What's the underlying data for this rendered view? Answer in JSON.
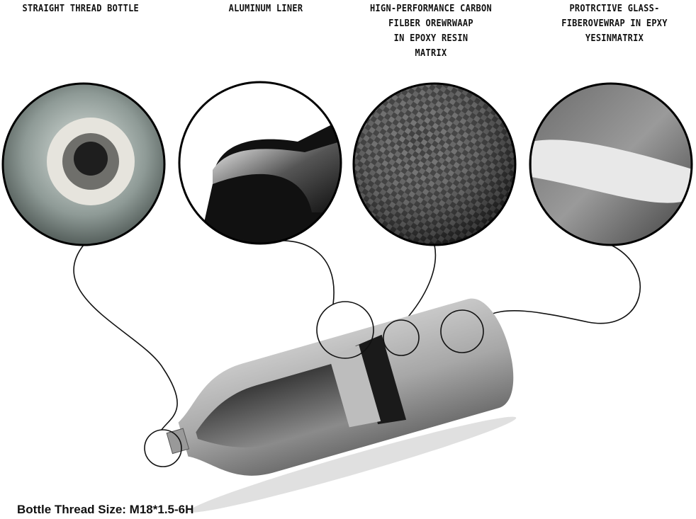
{
  "labels": [
    {
      "lines": [
        "STRAIGHT THREAD BOTTLE"
      ]
    },
    {
      "lines": [
        "ALUMINUM LINER"
      ]
    },
    {
      "lines": [
        "HIGN-PERFORMANCE CARBON",
        "FILBER OREWRWAAP",
        "IN EPOXY RESIN",
        "MATRIX"
      ]
    },
    {
      "lines": [
        "PROTRCTIVE GLASS-",
        "FIBEROVEWRAP IN EPXY",
        "YESINMATRIX"
      ]
    }
  ],
  "footer": "Bottle Thread Size: M18*1.5-6H"
}
